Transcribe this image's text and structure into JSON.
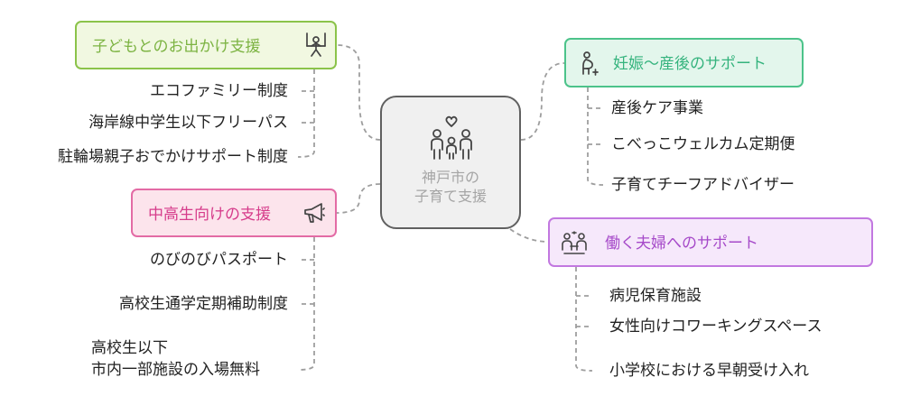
{
  "center": {
    "line1": "神戸市の",
    "line2": "子育て支援",
    "icon": "family-heart-icon"
  },
  "branches": {
    "outing": {
      "label": "子どもとのお出かけ支援",
      "icon": "swing-icon",
      "color": "#7cb342",
      "bg": "#f1f8e1",
      "items": [
        "エコファミリー制度",
        "海岸線中学生以下フリーパス",
        "駐輪場親子おでかけサポート制度"
      ]
    },
    "teens": {
      "label": "中高生向けの支援",
      "icon": "megaphone-icon",
      "color": "#d63c8b",
      "bg": "#fce4ec",
      "items": [
        "のびのびパスポート",
        "高校生通学定期補助制度"
      ],
      "multi_line_item": {
        "line1": "高校生以下",
        "line2": "市内一部施設の入場無料"
      }
    },
    "pregnancy": {
      "label": "妊娠〜産後のサポート",
      "icon": "pregnant-person-icon",
      "color": "#34b37d",
      "bg": "#e3f6ec",
      "items": [
        "産後ケア事業",
        "こべっこウェルカム定期便",
        "子育てチーフアドバイザー"
      ]
    },
    "working": {
      "label": "働く夫婦へのサポート",
      "icon": "working-couple-icon",
      "color": "#a64ac9",
      "bg": "#f6e8fb",
      "items": [
        "病児保育施設",
        "女性向けコワーキングスペース",
        "小学校における早朝受け入れ"
      ]
    }
  }
}
